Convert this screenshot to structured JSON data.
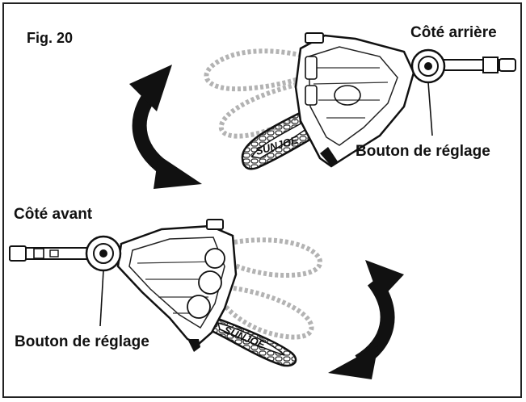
{
  "figure": {
    "label": "Fig. 20",
    "rear_side": "Côté arrière",
    "front_side": "Côté avant",
    "knob_label_rear": "Bouton de réglage",
    "knob_label_front": "Bouton de réglage",
    "brand_top": "SUNJOE",
    "brand_bottom": "SUNJOE"
  },
  "icons": [
    "rotate-arrow-left-icon",
    "rotate-arrow-right-icon",
    "chainsaw-rear-illustration",
    "chainsaw-front-illustration"
  ],
  "colors": {
    "ink": "#111111",
    "ghost": "#bfbfbf",
    "background": "#ffffff"
  }
}
